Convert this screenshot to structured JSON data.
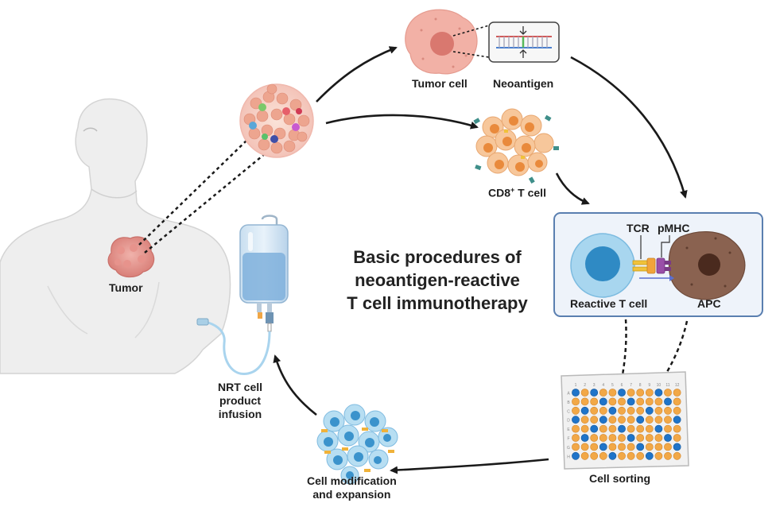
{
  "title": [
    "Basic procedures of",
    "neoantigen-reactive",
    "T cell immunotherapy"
  ],
  "labels": {
    "tumor": "Tumor",
    "tumor_cell": "Tumor cell",
    "neoantigen": "Neoantigen",
    "cd8": "CD8",
    "cd8_sup": "+",
    "cd8_suffix": " T cell",
    "tcr": "TCR",
    "pmhc": "pMHC",
    "reactive_t_cell": "Reactive T cell",
    "apc": "APC",
    "cell_sorting": "Cell sorting",
    "cell_mod_1": "Cell modification",
    "cell_mod_2": "and expansion",
    "nrt_1": "NRT cell",
    "nrt_2": "product",
    "nrt_3": "infusion"
  },
  "plate_columns": [
    "1",
    "2",
    "3",
    "4",
    "5",
    "6",
    "7",
    "8",
    "9",
    "10",
    "11",
    "12"
  ],
  "plate_rows": [
    "A",
    "B",
    "C",
    "D",
    "E",
    "F",
    "G",
    "H"
  ],
  "colors": {
    "arrow": "#1a1a1a",
    "tumor_pink": "#e8a09a",
    "orange_cell": "#f2a65a",
    "blue_cell": "#4a9fd0",
    "apc_brown": "#8a6250",
    "panel_bg": "#eef3fa",
    "panel_border": "#5a7fb0"
  }
}
